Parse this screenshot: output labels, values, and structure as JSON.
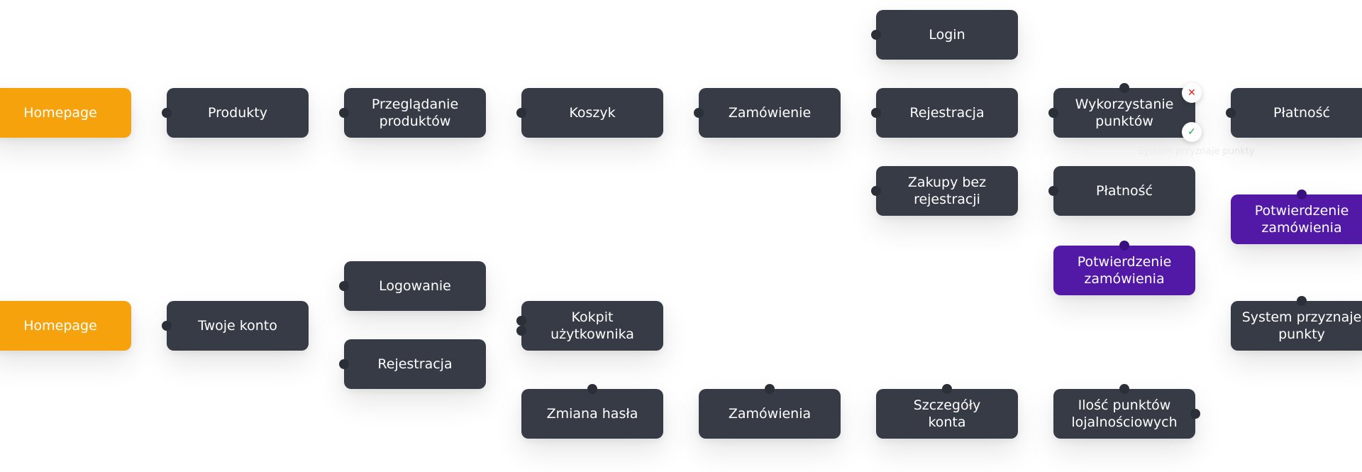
{
  "nodes": {
    "homepage_1": "Homepage",
    "produkty": "Produkty",
    "przegladanie": "Przeglądanie\nproduktów",
    "koszyk": "Koszyk",
    "zamowienie": "Zamówienie",
    "login": "Login",
    "rejestracja_1": "Rejestracja",
    "zakupy_bez": "Zakupy bez\nrejestracji",
    "wykorzystanie": "Wykorzystanie\npunktów",
    "platnosc_1": "Płatność",
    "platnosc_2": "Płatność",
    "potwierdzenie_1": "Potwierdzenie\nzamówienia",
    "potwierdzenie_2": "Potwierdzenie\nzamówienia",
    "system_punkty": "System przyznaje\npunkty",
    "homepage_2": "Homepage",
    "twoje_konto": "Twoje konto",
    "logowanie": "Logowanie",
    "rejestracja_2": "Rejestracja",
    "kokpit": "Kokpit użytkownika",
    "zmiana_hasla": "Zmiana hasła",
    "zamowienia": "Zamówienia",
    "szczegoly": "Szczegóły\nkonta",
    "ilosc_punktow": "Ilość punktów\nlojalnościowych"
  },
  "badges": {
    "no": "✕",
    "yes": "✓"
  },
  "faint_label": "System przyznaje punkty",
  "colors": {
    "node": "#373b45",
    "start": "#f5a20c",
    "confirm": "#5219a6",
    "connector": "#2b2f38",
    "no": "#e2231a",
    "yes": "#22a447"
  }
}
